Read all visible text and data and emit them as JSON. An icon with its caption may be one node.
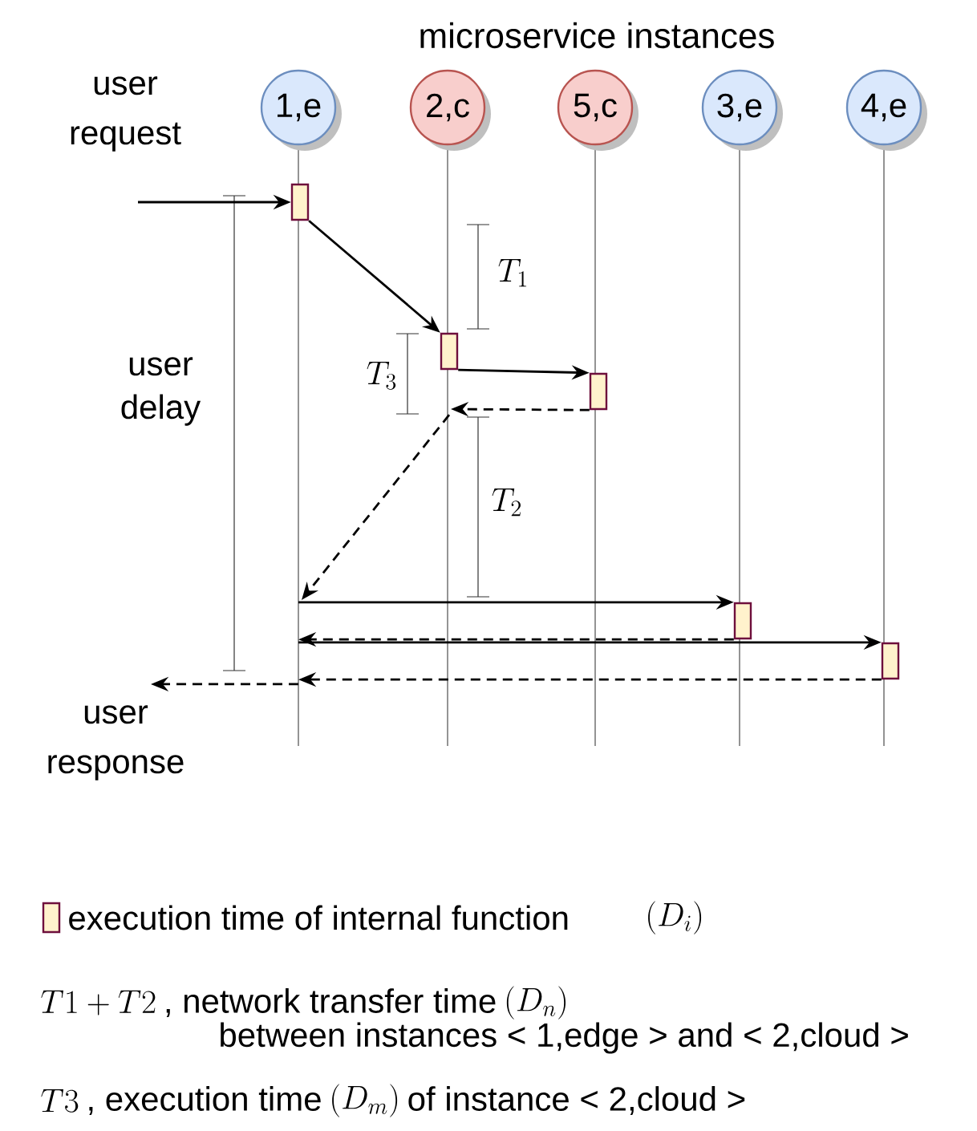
{
  "diagram": {
    "title": "microservice instances",
    "nodes": [
      {
        "text": [
          "1,e"
        ]
      },
      {
        "text": [
          "2,c"
        ]
      },
      {
        "text": [
          "5,c"
        ]
      },
      {
        "text": [
          "3,e"
        ]
      },
      {
        "text": [
          "4,e"
        ]
      },
      {
        "text": [
          "user request"
        ]
      },
      {
        "text": [],
        "shape": "bar"
      },
      {
        "text": [],
        "shape": "bar"
      },
      {
        "text": [],
        "shape": "bar"
      },
      {
        "text": [],
        "shape": "bar"
      },
      {
        "text": [],
        "shape": "bar"
      },
      {
        "text": [
          "user response"
        ]
      }
    ],
    "edges": [
      {
        "from": 5,
        "to": 6,
        "arrow": "to"
      },
      {
        "from": 6,
        "to": 7,
        "arrow": "to"
      },
      {
        "from": 7,
        "to": 8,
        "arrow": "to"
      },
      {
        "from": 8,
        "to": null,
        "arrow": "to",
        "style": "dashed"
      },
      {
        "from": 7,
        "to": null,
        "arrow": "to",
        "style": "dashed"
      },
      {
        "from": null,
        "to": 9,
        "arrow": "to"
      },
      {
        "from": 9,
        "to": null,
        "arrow": "to",
        "style": "dashed"
      },
      {
        "from": null,
        "to": 10,
        "arrow": "to"
      },
      {
        "from": 10,
        "to": null,
        "arrow": "to",
        "style": "dashed"
      },
      {
        "from": null,
        "to": 11,
        "arrow": "to",
        "style": "dashed"
      }
    ],
    "labels": [
      "T_1",
      "T_3",
      "user delay",
      "T_2",
      "(D_i)",
      "T1+T2",
      ", network transfer time",
      "(D_n)",
      "between instances < 1,edge > and < 2,cloud >",
      "T3",
      ", execution time",
      "(D_m)",
      "of  instance < 2,cloud >"
    ],
    "legend": [
      {
        "text": "execution time of internal function"
      }
    ]
  }
}
